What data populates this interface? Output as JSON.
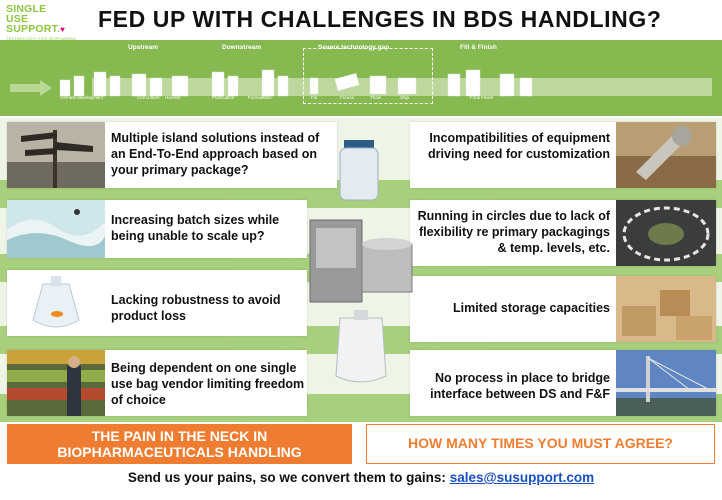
{
  "logo": {
    "line1": "SINGLE",
    "line2": "USE",
    "line3": "SUPPORT.",
    "tagline": "TECHNOLOGY FOR BIOPHARMA"
  },
  "title": "FED UP WITH CHALLENGES IN BDS HANDLING?",
  "process": {
    "headers": {
      "upstream": "Upstream",
      "downstream": "Downstream",
      "gap": "Severe technology gap",
      "fill": "Fill & Finish"
    },
    "steps": [
      "Cell line development",
      "Cell culture",
      "Harvest",
      "Purification",
      "Formulation",
      "Fill",
      "Freeze",
      "Thaw",
      "Ship",
      "Fill & Finish"
    ]
  },
  "left_items": [
    "Multiple island solutions instead of an End-To-End approach based on your primary package?",
    "Increasing batch sizes while being unable to scale up?",
    "Lacking robustness to avoid product loss",
    "Being dependent on one single use bag vendor limiting freedom of choice"
  ],
  "right_items": [
    "Incompatibilities of equipment driving need for customization",
    "Running in circles due to lack of flexibility re primary packagings & temp. levels, etc.",
    "Limited storage capacities",
    "No process in place to bridge interface between DS and F&F"
  ],
  "pain_box": "THE PAIN IN THE NECK IN BIOPHARMACEUTICALS HANDLING",
  "agree_box": "HOW MANY TIMES YOU MUST AGREE?",
  "footer": {
    "text": "Send us your pains, so we convert them to gains:",
    "email": "sales@susupport.com"
  },
  "colors": {
    "green": "#86b94f",
    "light_green": "#a7cf7c",
    "orange": "#ee7d31",
    "link": "#1a4fbf"
  }
}
